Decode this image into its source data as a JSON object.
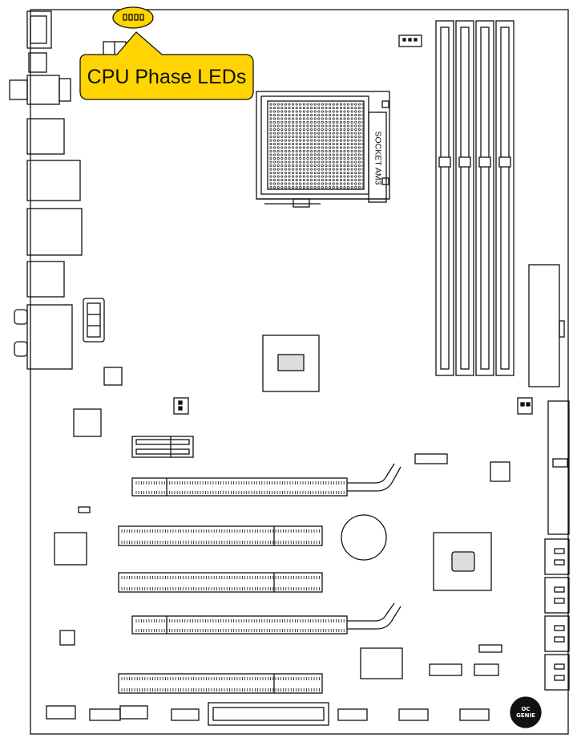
{
  "callout": {
    "label": "CPU Phase LEDs"
  },
  "socket": {
    "label": "SOCKET AM3"
  },
  "oc_genie": {
    "line1": "OC",
    "line2": "GENIE"
  },
  "colors": {
    "callout_fill": "#ffd400",
    "stroke": "#111111",
    "background": "#ffffff"
  }
}
